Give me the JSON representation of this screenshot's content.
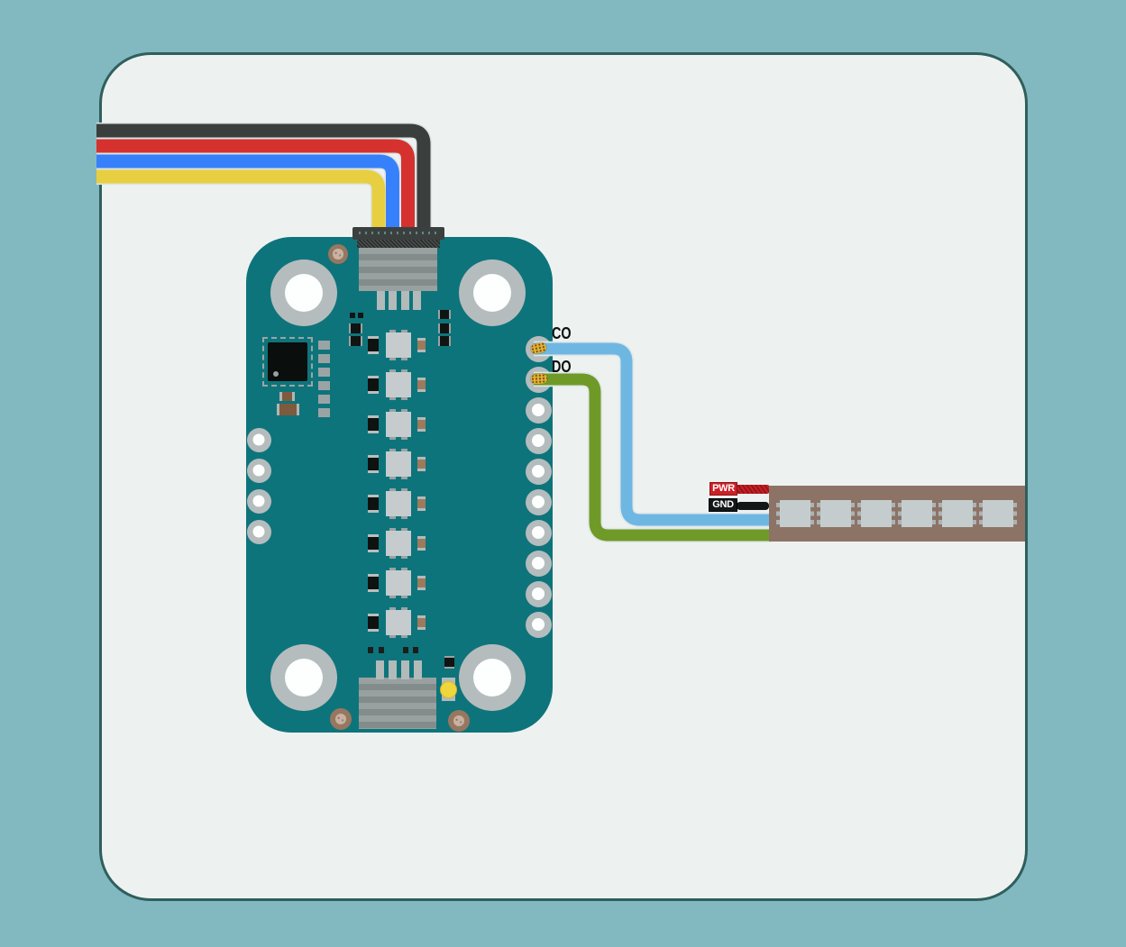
{
  "labels": {
    "co_pin": "CO",
    "do_pin": "DO",
    "pwr": "PWR",
    "gnd": "GND"
  },
  "colors": {
    "background": "#82b9c0",
    "panel": "#edf2f1",
    "panel_border": "#2f5f5c",
    "board": "#0e747b",
    "cable_black": "#3a3e3d",
    "cable_red": "#d5322f",
    "cable_blue": "#3681fb",
    "cable_yellow": "#e8cf41",
    "co_wire": "#6fb7e3",
    "do_wire": "#6f9a28",
    "pwr_red": "#cb2127",
    "gnd_black": "#131616",
    "led_strip_pcb": "#8d7365",
    "led_package": "#c5cccd",
    "status_led": "#f0d63d"
  },
  "board": {
    "mounting_hole_count": 4,
    "via_count": 3,
    "led_count": 8,
    "left_pad_count": 4,
    "right_pad_count": 10,
    "top_connector_pin_count": 4,
    "bottom_connector_pin_count": 4,
    "small_pad_column_count": 6
  },
  "led_strip": {
    "led_count": 6
  },
  "cable": {
    "wire_count": 4,
    "wire_colors": [
      "black",
      "red",
      "blue",
      "yellow"
    ]
  }
}
